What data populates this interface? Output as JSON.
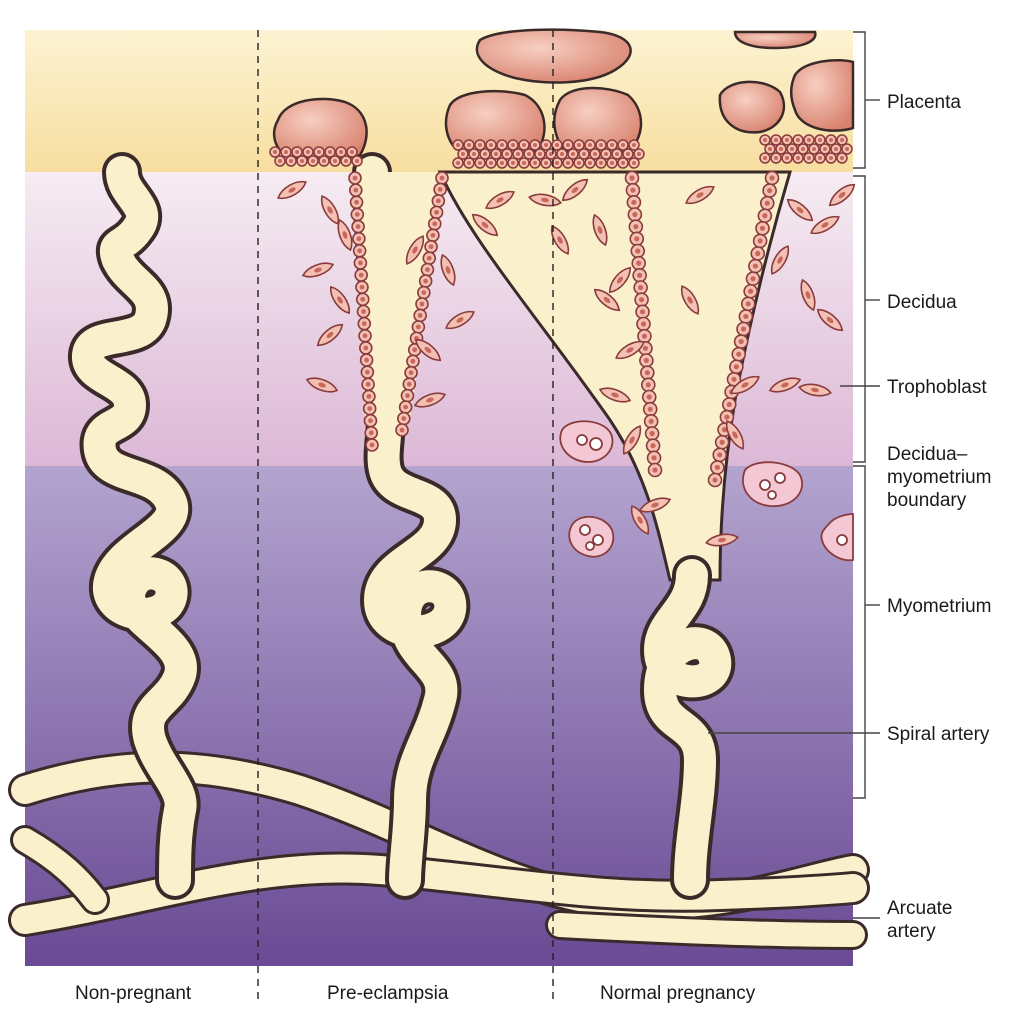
{
  "labels": {
    "placenta": "Placenta",
    "decidua": "Decidua",
    "trophoblast": "Trophoblast",
    "boundary_line1": "Decidua–",
    "boundary_line2": "myometrium",
    "boundary_line3": "boundary",
    "myometrium": "Myometrium",
    "spiral_artery": "Spiral artery",
    "arcuate_line1": "Arcuate",
    "arcuate_line2": "artery"
  },
  "panels": {
    "non_pregnant": "Non-pregnant",
    "pre_eclampsia": "Pre-eclampsia",
    "normal_pregnancy": "Normal pregnancy"
  },
  "colors": {
    "placenta_band": "#f8e6b0",
    "decidua_top": "#f4e6ee",
    "decidua_bottom": "#dcb8d4",
    "myometrium_top": "#a99ac8",
    "myometrium_bottom": "#6e4e98",
    "artery": "#fbf0cc",
    "artery_outline": "#3a2a2a",
    "cell_fill": "#f3c1b4",
    "cell_outline": "#8a3b3b",
    "villus_fill": "#e9a28f"
  }
}
